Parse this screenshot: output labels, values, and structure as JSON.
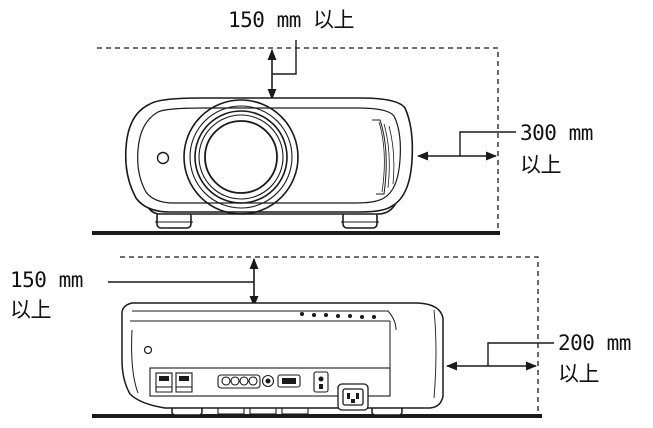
{
  "top_view": {
    "clearance_top": "150 mm 以上",
    "clearance_side_value": "300 mm",
    "clearance_side_suffix": "以上"
  },
  "bottom_view": {
    "clearance_top_value": "150 mm",
    "clearance_top_suffix": "以上",
    "clearance_side_value": "200 mm",
    "clearance_side_suffix": "以上"
  },
  "colors": {
    "line": "#1a1a1a",
    "background": "#ffffff"
  }
}
